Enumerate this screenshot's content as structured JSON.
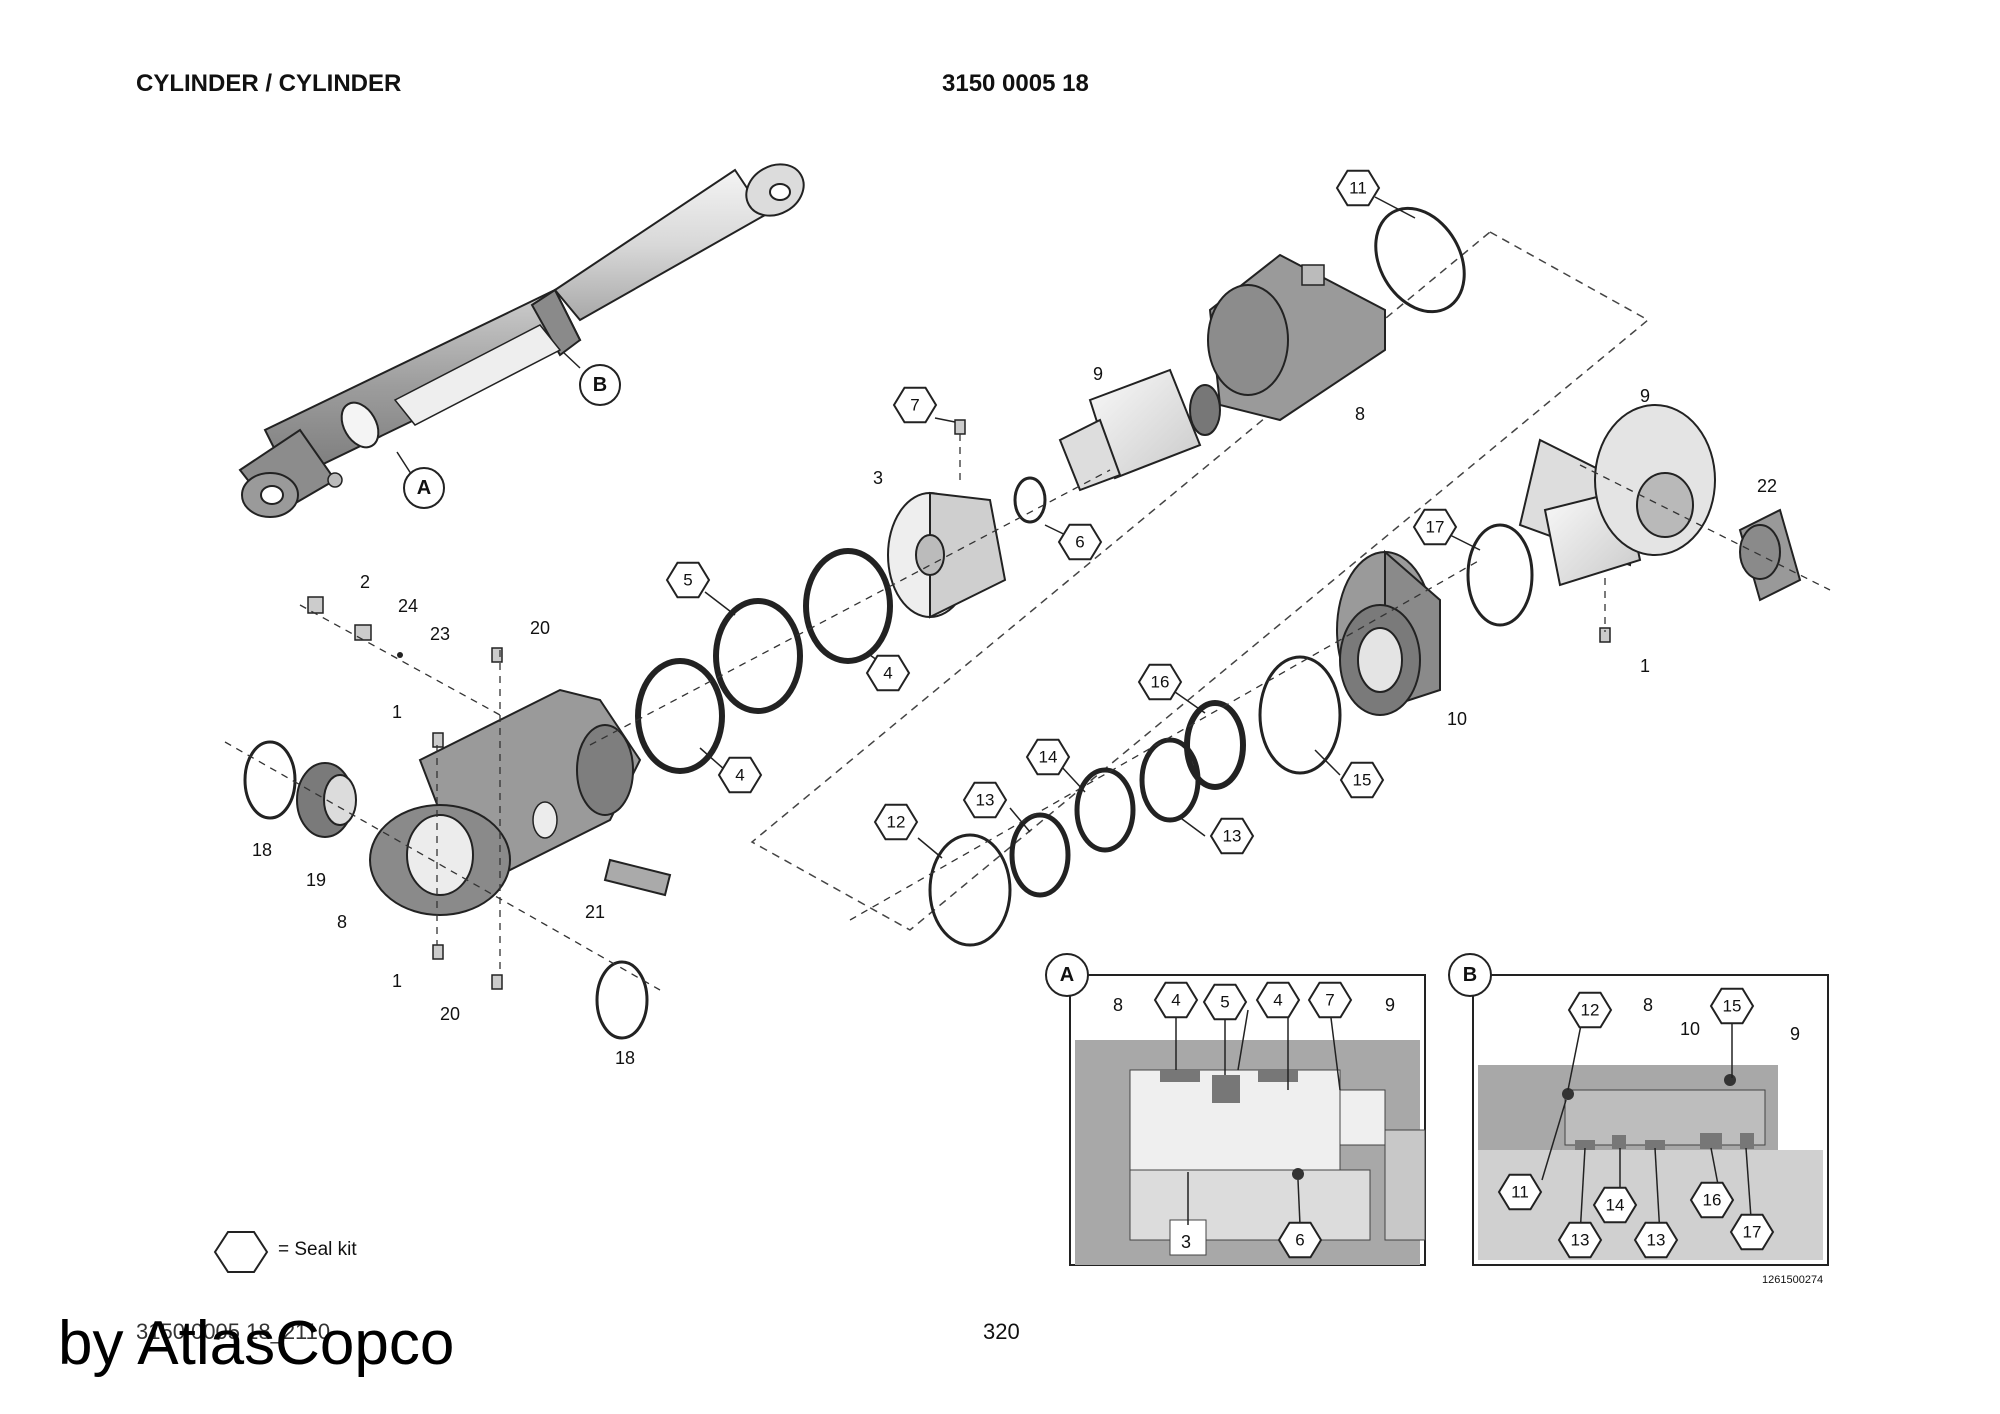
{
  "header": {
    "title": "CYLINDER / CYLINDER",
    "part_number": "3150 0005 18"
  },
  "footer": {
    "code": "3150 0005 18_2110",
    "page": "320",
    "brand": "by AtlasCopco"
  },
  "legend": {
    "text": "= Seal kit"
  },
  "image_code": "1261500274",
  "callouts": {
    "A": "A",
    "B": "B",
    "n1": "1",
    "n2": "2",
    "n3": "3",
    "n4": "4",
    "n5": "5",
    "n6": "6",
    "n7": "7",
    "n8": "8",
    "n9": "9",
    "n10": "10",
    "n11": "11",
    "n12": "12",
    "n13": "13",
    "n14": "14",
    "n15": "15",
    "n16": "16",
    "n17": "17",
    "n18": "18",
    "n19": "19",
    "n20": "20",
    "n21": "21",
    "n22": "22",
    "n23": "23",
    "n24": "24"
  }
}
